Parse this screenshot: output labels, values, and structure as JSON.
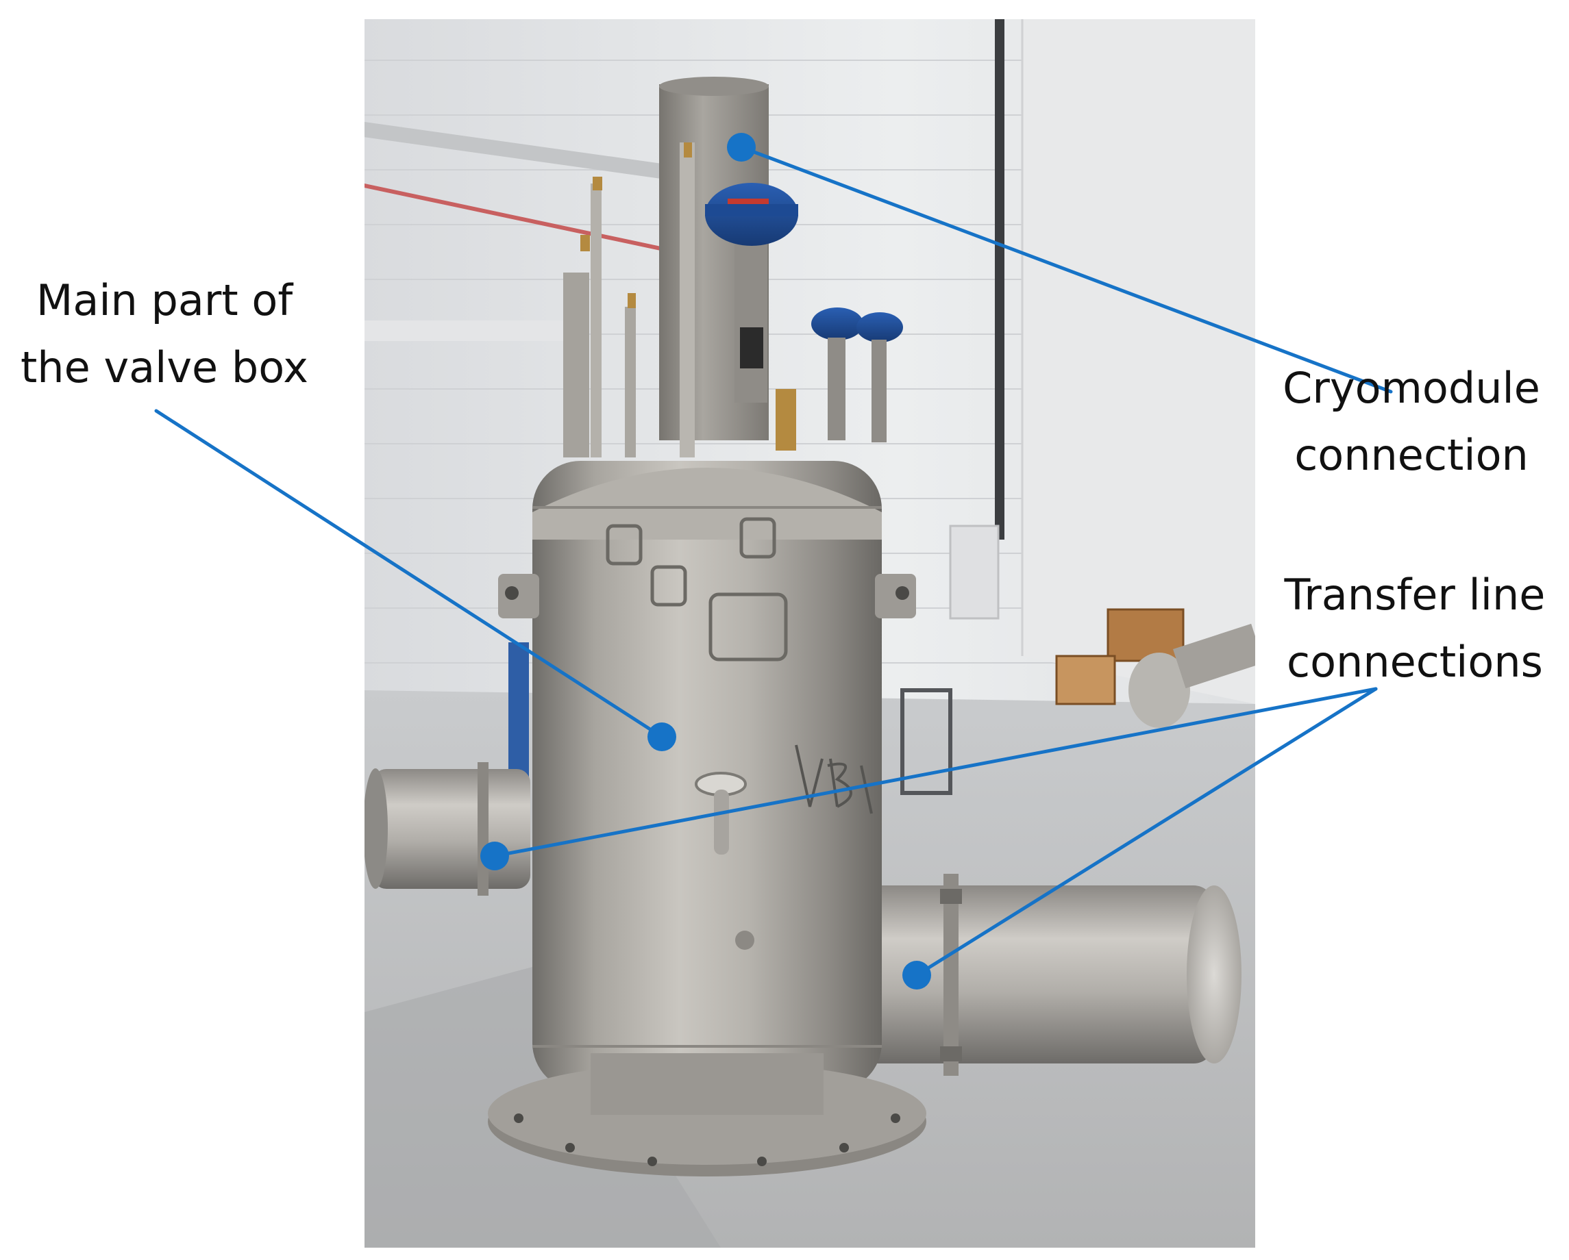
{
  "labels": {
    "main_part": [
      "Main part of",
      "the valve box"
    ],
    "cryomodule": [
      "Cryomodule",
      "connection"
    ],
    "transfer_line": [
      "Transfer line",
      "connections"
    ]
  },
  "colors": {
    "callout": "#1673c7",
    "text": "#111111",
    "background": "#ffffff"
  }
}
